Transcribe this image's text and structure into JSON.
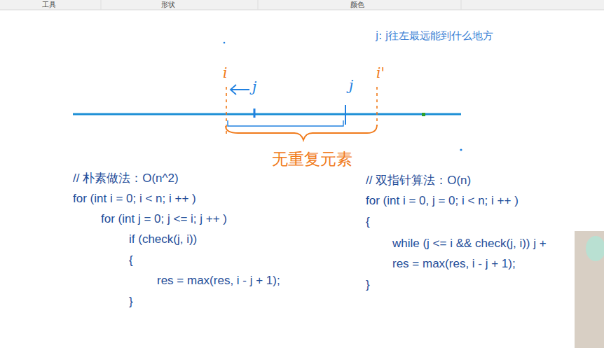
{
  "diagram": {
    "labels": [
      "工具",
      "形状",
      "颜色",
      "j: j往左最远能到什么地方",
      "i",
      "j",
      "j",
      "i'",
      "无重复元素",
      "// 朴素做法：O(n^2)",
      "for (int i = 0; i < n; i ++ )",
      "for (int j = 0; j <= i; j ++ )",
      "if (check(j, i))",
      "{",
      "res = max(res, i - j + 1);",
      "}",
      "// 双指针算法：O(n)",
      "for (int i = 0, j = 0; i < n; i ++ )",
      "{",
      "while (j <= i && check(j, i)) j +",
      "res = max(res, i - j + 1);",
      "}"
    ]
  }
}
